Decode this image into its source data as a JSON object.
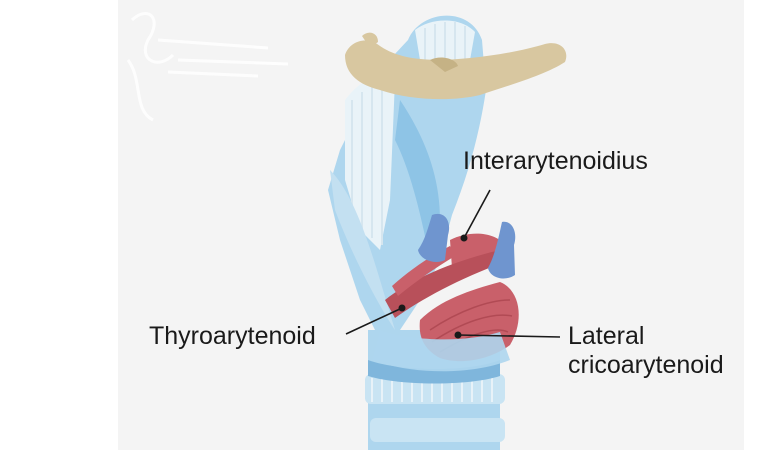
{
  "labels": {
    "interarytenoidius": "Interarytenoidius",
    "thyroarytenoid": "Thyroarytenoid",
    "lateral_cricoarytenoid_line1": "Lateral",
    "lateral_cricoarytenoid_line2": "cricoarytenoid"
  },
  "colors": {
    "background": "#f4f4f4",
    "cartilage_blue": "#aed6ee",
    "cartilage_blue_dark": "#7fb6dc",
    "hyoid_bone": "#d8c7a0",
    "muscle_red": "#c9606a",
    "arytenoid_blue": "#6f95cf",
    "label_text": "#1a1a1a"
  }
}
